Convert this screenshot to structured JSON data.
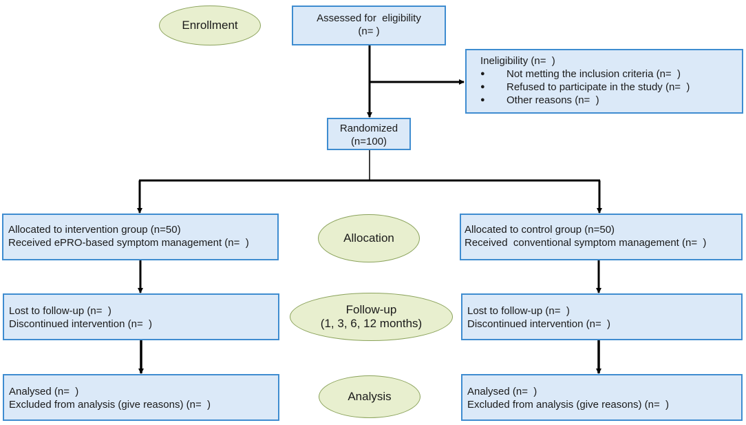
{
  "stages": {
    "enrollment": "Enrollment",
    "allocation": "Allocation",
    "followup": [
      "Follow-up",
      "(1, 3, 6, 12 months)"
    ],
    "analysis": "Analysis"
  },
  "assessed": {
    "title": "Assessed for  eligibility",
    "count": "(n= )"
  },
  "ineligibility": {
    "title": "Ineligibility (n=  )",
    "reasons": [
      "Not metting the inclusion criteria (n=  )",
      "Refused to participate in the study (n=  )",
      "Other reasons (n=  )"
    ]
  },
  "randomized": {
    "title": "Randomized",
    "count": "(n=100)"
  },
  "intervention": {
    "allocated": "Allocated to intervention group (n=50)",
    "received": "Received ePRO-based symptom management (n=  )",
    "lost": "Lost to follow-up (n=  )",
    "discontinued": "Discontinued intervention (n=  )",
    "analysed": "Analysed (n=  )",
    "excluded": "Excluded from analysis (give reasons) (n=  )"
  },
  "control": {
    "allocated": "Allocated to control group (n=50)",
    "received": "Received  conventional symptom management (n=  )",
    "lost": "Lost to follow-up (n=  )",
    "discontinued": "Discontinued intervention (n=  )",
    "analysed": "Analysed (n=  )",
    "excluded": "Excluded from analysis (give reasons) (n=  )"
  },
  "colors": {
    "box_fill": "#dbe9f8",
    "box_border": "#3e8cd0",
    "oval_fill": "#e8efcf",
    "oval_border": "#8aa25a",
    "connector": "#000000"
  }
}
